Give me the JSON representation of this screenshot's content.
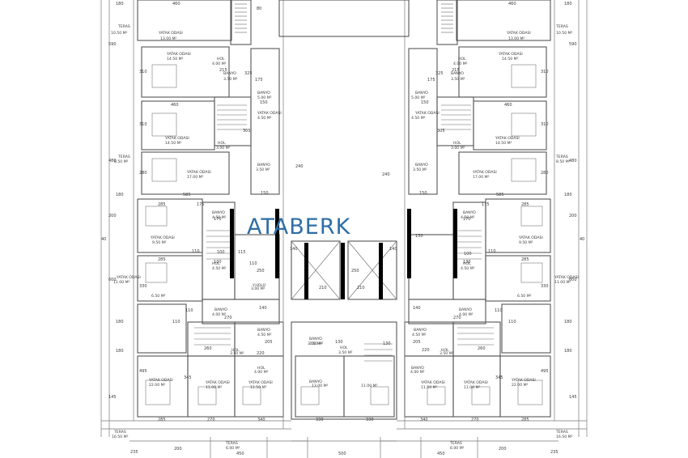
{
  "brand": {
    "name": "ATABERK",
    "color": "#2e6ea6"
  },
  "labels": {
    "room_names": [
      {
        "t": "TERAS"
      },
      {
        "t": "TERAS"
      },
      {
        "t": "YATAK ODASI"
      },
      {
        "t": "YATAK ODASI"
      },
      {
        "t": "YATAK ODASI"
      },
      {
        "t": "YATAK ODASI"
      },
      {
        "t": "HOL"
      },
      {
        "t": "HOL"
      },
      {
        "t": "BANYO"
      },
      {
        "t": "BANYO"
      },
      {
        "t": "BANYO"
      },
      {
        "t": "BANYO"
      },
      {
        "t": "YATAK ODASI"
      },
      {
        "t": "YATAK ODASI"
      },
      {
        "t": "HOL"
      },
      {
        "t": "HOL"
      },
      {
        "t": "TERAS"
      },
      {
        "t": "TERAS"
      },
      {
        "t": "YATAK ODASI"
      },
      {
        "t": "YATAK ODASI"
      },
      {
        "t": "BANYO"
      },
      {
        "t": "BANYO"
      },
      {
        "t": "BANYO"
      },
      {
        "t": "BANYO"
      },
      {
        "t": "YATAK ODASI"
      },
      {
        "t": "YATAK ODASI"
      },
      {
        "t": "YATAK ODASI"
      },
      {
        "t": "YATAK ODASI"
      },
      {
        "t": "HOL"
      },
      {
        "t": "HOL"
      },
      {
        "t": "YATAK ODASI"
      },
      {
        "t": "YATAK ODASI"
      },
      {
        "t": "Y.HOLÜ"
      },
      {
        "t": "BANYO"
      },
      {
        "t": "BANYO"
      },
      {
        "t": "BANYO"
      },
      {
        "t": "BANYO"
      },
      {
        "t": "BANYO"
      },
      {
        "t": "HOL"
      },
      {
        "t": "HOL"
      },
      {
        "t": "HOL"
      },
      {
        "t": "HOL"
      },
      {
        "t": "BANYO"
      },
      {
        "t": "BANYO"
      },
      {
        "t": "YATAK ODASI"
      },
      {
        "t": "YATAK ODASI"
      },
      {
        "t": "YATAK ODASI"
      },
      {
        "t": "YATAK ODASI"
      },
      {
        "t": "YATAK ODASI"
      },
      {
        "t": "YATAK ODASI"
      },
      {
        "t": "TERAS"
      },
      {
        "t": "TERAS"
      },
      {
        "t": "TERAS"
      },
      {
        "t": "TERAS"
      }
    ],
    "areas": [
      {
        "t": "10.50 M²"
      },
      {
        "t": "10.50 M²"
      },
      {
        "t": "13.00 M²"
      },
      {
        "t": "13.00 M²"
      },
      {
        "t": "14.50 M²"
      },
      {
        "t": "14.50 M²"
      },
      {
        "t": "4.00 M²"
      },
      {
        "t": "4.00 M²"
      },
      {
        "t": "3.50 M²"
      },
      {
        "t": "3.50 M²"
      },
      {
        "t": "5.00 M²"
      },
      {
        "t": "5.00 M²"
      },
      {
        "t": "4.50 M²"
      },
      {
        "t": "4.50 M²"
      },
      {
        "t": "14.50 M²"
      },
      {
        "t": "14.50 M²"
      },
      {
        "t": "3.00 M²"
      },
      {
        "t": "3.00 M²"
      },
      {
        "t": "8.50 M²"
      },
      {
        "t": "8.50 M²"
      },
      {
        "t": "17.00 M²"
      },
      {
        "t": "17.00 M²"
      },
      {
        "t": "3.50 M²"
      },
      {
        "t": "3.50 M²"
      },
      {
        "t": "4.50 M²"
      },
      {
        "t": "4.50 M²"
      },
      {
        "t": "9.50 M²"
      },
      {
        "t": "9.50 M²"
      },
      {
        "t": "4.50 M²"
      },
      {
        "t": "4.50 M²"
      },
      {
        "t": "11.00 M²"
      },
      {
        "t": "11.00 M²"
      },
      {
        "t": "6.50 M²"
      },
      {
        "t": "6.50 M²"
      },
      {
        "t": "3.00 M²"
      },
      {
        "t": "4.00 M²"
      },
      {
        "t": "4.00 M²"
      },
      {
        "t": "4.50 M²"
      },
      {
        "t": "4.50 M²"
      },
      {
        "t": "3.50 M²"
      },
      {
        "t": "3.50 M²"
      },
      {
        "t": "3.50 M²"
      },
      {
        "t": "3.50 M²"
      },
      {
        "t": "4.00 M²"
      },
      {
        "t": "4.00 M²"
      },
      {
        "t": "22.00 M²"
      },
      {
        "t": "22.00 M²"
      },
      {
        "t": "11.00 M²"
      },
      {
        "t": "11.00 M²"
      },
      {
        "t": "11.50 M²"
      },
      {
        "t": "11.50 M²"
      },
      {
        "t": "13.00 M²"
      },
      {
        "t": "11.00 M²"
      },
      {
        "t": "16.50 M²"
      },
      {
        "t": "16.50 M²"
      },
      {
        "t": "6.00 M²"
      },
      {
        "t": "6.00 M²"
      },
      {
        "t": "3.50 M²"
      }
    ],
    "dims": [
      {
        "t": "180"
      },
      {
        "t": "460"
      },
      {
        "t": "80"
      },
      {
        "t": "460"
      },
      {
        "t": "180"
      },
      {
        "t": "590"
      },
      {
        "t": "590"
      },
      {
        "t": "215"
      },
      {
        "t": "215"
      },
      {
        "t": "310"
      },
      {
        "t": "310"
      },
      {
        "t": "325"
      },
      {
        "t": "325"
      },
      {
        "t": "175"
      },
      {
        "t": "175"
      },
      {
        "t": "150"
      },
      {
        "t": "150"
      },
      {
        "t": "460"
      },
      {
        "t": "460"
      },
      {
        "t": "305"
      },
      {
        "t": "305"
      },
      {
        "t": "310"
      },
      {
        "t": "310"
      },
      {
        "t": "480"
      },
      {
        "t": "480"
      },
      {
        "t": "240"
      },
      {
        "t": "240"
      },
      {
        "t": "280"
      },
      {
        "t": "280"
      },
      {
        "t": "150"
      },
      {
        "t": "150"
      },
      {
        "t": "180"
      },
      {
        "t": "585"
      },
      {
        "t": "585"
      },
      {
        "t": "180"
      },
      {
        "t": "285"
      },
      {
        "t": "175"
      },
      {
        "t": "175"
      },
      {
        "t": "285"
      },
      {
        "t": "200"
      },
      {
        "t": "200"
      },
      {
        "t": "170"
      },
      {
        "t": "170"
      },
      {
        "t": "40"
      },
      {
        "t": "40"
      },
      {
        "t": "110"
      },
      {
        "t": "110"
      },
      {
        "t": "100"
      },
      {
        "t": "115"
      },
      {
        "t": "140"
      },
      {
        "t": "140"
      },
      {
        "t": "130"
      },
      {
        "t": "100"
      },
      {
        "t": "285"
      },
      {
        "t": "285"
      },
      {
        "t": "130"
      },
      {
        "t": "130"
      },
      {
        "t": "110"
      },
      {
        "t": "250"
      },
      {
        "t": "210"
      },
      {
        "t": "250"
      },
      {
        "t": "210"
      },
      {
        "t": "600"
      },
      {
        "t": "600"
      },
      {
        "t": "330"
      },
      {
        "t": "330"
      },
      {
        "t": "110"
      },
      {
        "t": "110"
      },
      {
        "t": "140"
      },
      {
        "t": "140"
      },
      {
        "t": "270"
      },
      {
        "t": "270"
      },
      {
        "t": "180"
      },
      {
        "t": "180"
      },
      {
        "t": "110"
      },
      {
        "t": "110"
      },
      {
        "t": "205"
      },
      {
        "t": "205"
      },
      {
        "t": "130"
      },
      {
        "t": "130"
      },
      {
        "t": "220"
      },
      {
        "t": "220"
      },
      {
        "t": "180"
      },
      {
        "t": "180"
      },
      {
        "t": "495"
      },
      {
        "t": "495"
      },
      {
        "t": "345"
      },
      {
        "t": "345"
      },
      {
        "t": "145"
      },
      {
        "t": "145"
      },
      {
        "t": "285"
      },
      {
        "t": "270"
      },
      {
        "t": "340"
      },
      {
        "t": "330"
      },
      {
        "t": "330"
      },
      {
        "t": "340"
      },
      {
        "t": "270"
      },
      {
        "t": "285"
      },
      {
        "t": "235"
      },
      {
        "t": "200"
      },
      {
        "t": "450"
      },
      {
        "t": "500"
      },
      {
        "t": "450"
      },
      {
        "t": "200"
      },
      {
        "t": "235"
      },
      {
        "t": "260"
      },
      {
        "t": "260"
      }
    ]
  }
}
